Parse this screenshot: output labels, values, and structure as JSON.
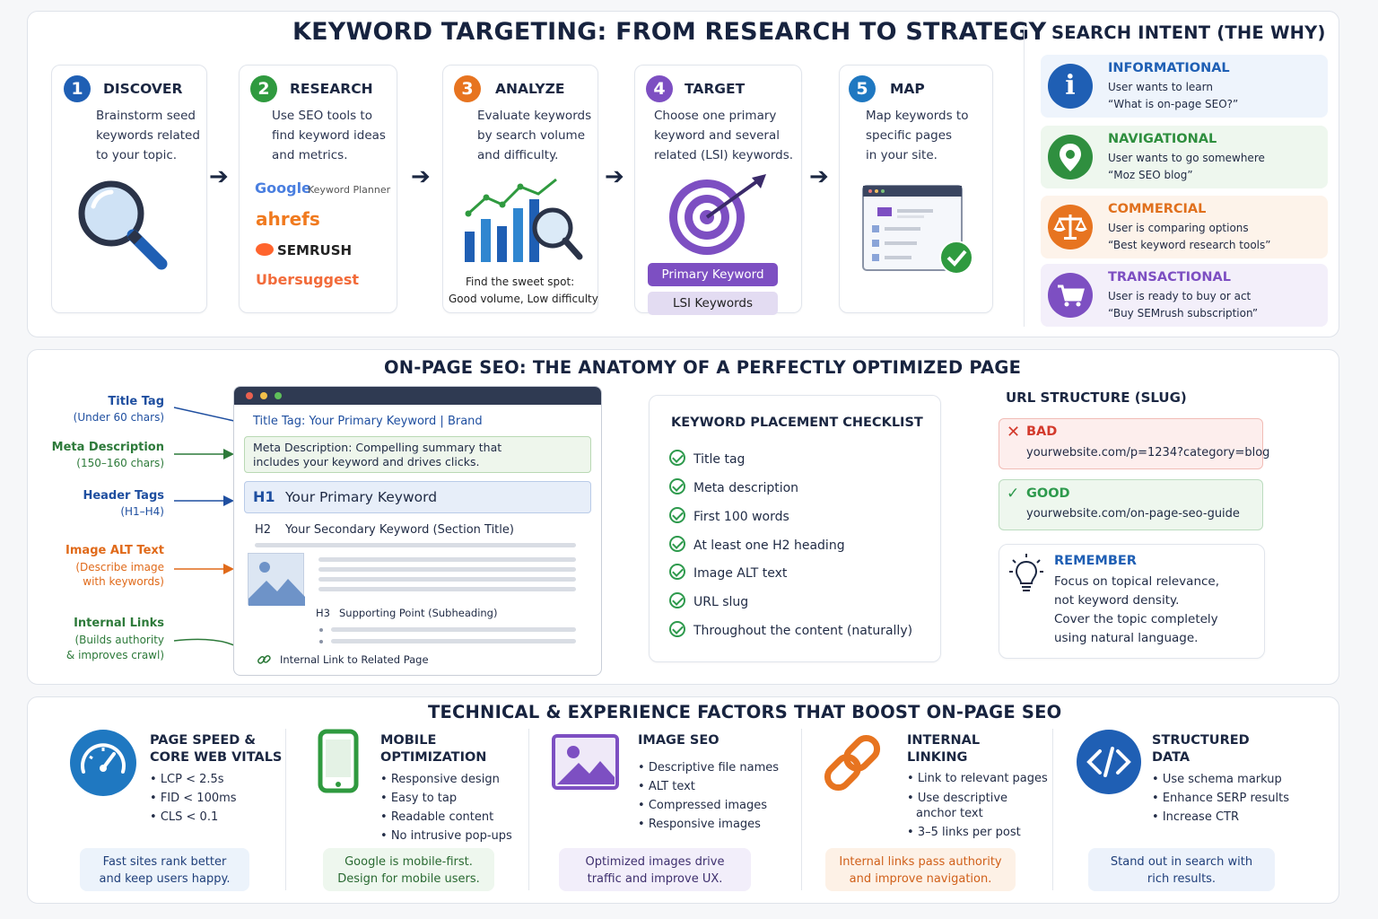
{
  "top": {
    "title": "KEYWORD TARGETING: FROM RESEARCH TO STRATEGY",
    "steps": [
      {
        "num": "1",
        "title": "DISCOVER",
        "lines": [
          "Brainstorm seed",
          "keywords related",
          "to your topic."
        ]
      },
      {
        "num": "2",
        "title": "RESEARCH",
        "lines": [
          "Use SEO tools to",
          "find keyword ideas",
          "and metrics."
        ]
      },
      {
        "num": "3",
        "title": "ANALYZE",
        "lines": [
          "Evaluate keywords",
          "by search volume",
          "and difficulty."
        ]
      },
      {
        "num": "4",
        "title": "TARGET",
        "lines": [
          "Choose one primary",
          "keyword and several",
          "related (LSI) keywords."
        ]
      },
      {
        "num": "5",
        "title": "MAP",
        "lines": [
          "Map keywords to",
          "specific pages",
          "in your site."
        ]
      }
    ],
    "tools": {
      "google": "Google",
      "planner": "Keyword Planner",
      "ahrefs": "ahrefs",
      "semrush": "SEMRUSH",
      "ubersuggest": "Ubersuggest"
    },
    "sweet": [
      "Find the sweet spot:",
      "Good volume, Low difficulty"
    ],
    "primary_kw": "Primary Keyword",
    "lsi_kw": "LSI Keywords",
    "arrow": "➔"
  },
  "intent": {
    "title": "SEARCH INTENT (THE WHY)",
    "items": [
      {
        "title": "INFORMATIONAL",
        "d1": "User wants to learn",
        "d2": "“What is on-page SEO?”",
        "color": "#1f5fb4",
        "bg": "#eef4fc",
        "icon": "i"
      },
      {
        "title": "NAVIGATIONAL",
        "d1": "User wants to go somewhere",
        "d2": "“Moz SEO blog”",
        "color": "#2f8f3f",
        "bg": "#eef7ee"
      },
      {
        "title": "COMMERCIAL",
        "d1": "User is comparing options",
        "d2": "“Best keyword research tools”",
        "color": "#e0701d",
        "bg": "#fdf3ea"
      },
      {
        "title": "TRANSACTIONAL",
        "d1": "User is ready to buy or act",
        "d2": "“Buy SEMrush subscription”",
        "color": "#7d4fc2",
        "bg": "#f3effa"
      }
    ]
  },
  "onpage": {
    "title": "ON-PAGE SEO: THE ANATOMY OF A PERFECTLY OPTIMIZED PAGE",
    "labels": [
      {
        "t": "Title Tag",
        "s1": "(Under 60 chars)",
        "color": "#1f4fa0"
      },
      {
        "t": "Meta Description",
        "s1": "(150–160 chars)",
        "color": "#2d7a3a"
      },
      {
        "t": "Header Tags",
        "s1": "(H1–H4)",
        "color": "#1f4fa0"
      },
      {
        "t": "Image ALT Text",
        "s1": "(Describe image",
        "s2": "with keywords)",
        "color": "#e06a1a"
      },
      {
        "t": "Internal Links",
        "s1": "(Builds authority",
        "s2": "& improves crawl)",
        "color": "#2d7a3a"
      }
    ],
    "page": {
      "title_label": "Title Tag:",
      "title_value": " Your Primary Keyword | Brand",
      "meta_label": "Meta Description:",
      "meta_value1": " Compelling summary that",
      "meta_value2": "includes your keyword and drives clicks.",
      "h1_tag": "H1",
      "h1_text": "Your Primary Keyword",
      "h2_tag": "H2",
      "h2_text": "Your Secondary Keyword (Section Title)",
      "h3_tag": "H3",
      "h3_text": "Supporting Point (Subheading)",
      "link_text": "Internal Link to Related Page"
    },
    "checklist": {
      "title": "KEYWORD PLACEMENT CHECKLIST",
      "items": [
        "Title tag",
        "Meta description",
        "First 100 words",
        "At least one H2 heading",
        "Image ALT text",
        "URL slug",
        "Throughout the content (naturally)"
      ]
    },
    "url": {
      "title": "URL STRUCTURE (SLUG)",
      "bad_label": "BAD",
      "bad_url": "yourwebsite.com/p=1234?category=blog",
      "good_label": "GOOD",
      "good_url": "yourwebsite.com/on-page-seo-guide",
      "remember_title": "REMEMBER",
      "remember_lines": [
        "Focus on topical relevance,",
        "not keyword density.",
        "Cover the topic completely",
        "using natural language."
      ]
    }
  },
  "tech": {
    "title": "TECHNICAL & EXPERIENCE FACTORS THAT BOOST ON-PAGE SEO",
    "cols": [
      {
        "t1": "PAGE SPEED &",
        "t2": "CORE WEB VITALS",
        "items": [
          "LCP < 2.5s",
          "FID < 100ms",
          "CLS < 0.1"
        ],
        "box": [
          "Fast sites rank better",
          "and keep users happy."
        ],
        "color": "#1f78c1",
        "bg": "#ecf3fb",
        "fg": "#1f3f7a"
      },
      {
        "t1": "MOBILE",
        "t2": "OPTIMIZATION",
        "items": [
          "Responsive design",
          "Easy to tap",
          "Readable content",
          "No intrusive pop-ups"
        ],
        "box": [
          "Google is mobile-first.",
          "Design for mobile users."
        ],
        "color": "#2f9a3f",
        "bg": "#eef7ee",
        "fg": "#2a6a32"
      },
      {
        "t1": "IMAGE SEO",
        "t2": "",
        "items": [
          "Descriptive file names",
          "ALT text",
          "Compressed images",
          "Responsive images"
        ],
        "box": [
          "Optimized images drive",
          "traffic and improve UX."
        ],
        "color": "#7d4fc2",
        "bg": "#f2eefa",
        "fg": "#3e2f6e"
      },
      {
        "t1": "INTERNAL",
        "t2": "LINKING",
        "items": [
          "Link to relevant pages",
          "Use descriptive",
          "anchor text",
          "3–5 links per post"
        ],
        "box": [
          "Internal links pass authority",
          "and improve navigation."
        ],
        "color": "#e77420",
        "bg": "#fdf1e6",
        "fg": "#d0601a"
      },
      {
        "t1": "STRUCTURED",
        "t2": "DATA",
        "items": [
          "Use schema markup",
          "Enhance SERP results",
          "Increase CTR"
        ],
        "box": [
          "Stand out in search with",
          "rich results."
        ],
        "color": "#1f5fb4",
        "bg": "#ecf2fb",
        "fg": "#1f3f7a"
      }
    ]
  },
  "colors": {
    "blue": "#1f5fb4",
    "green": "#2e9a4d",
    "orange": "#e77420",
    "purple": "#7d4fc2",
    "red": "#d33a2c"
  }
}
